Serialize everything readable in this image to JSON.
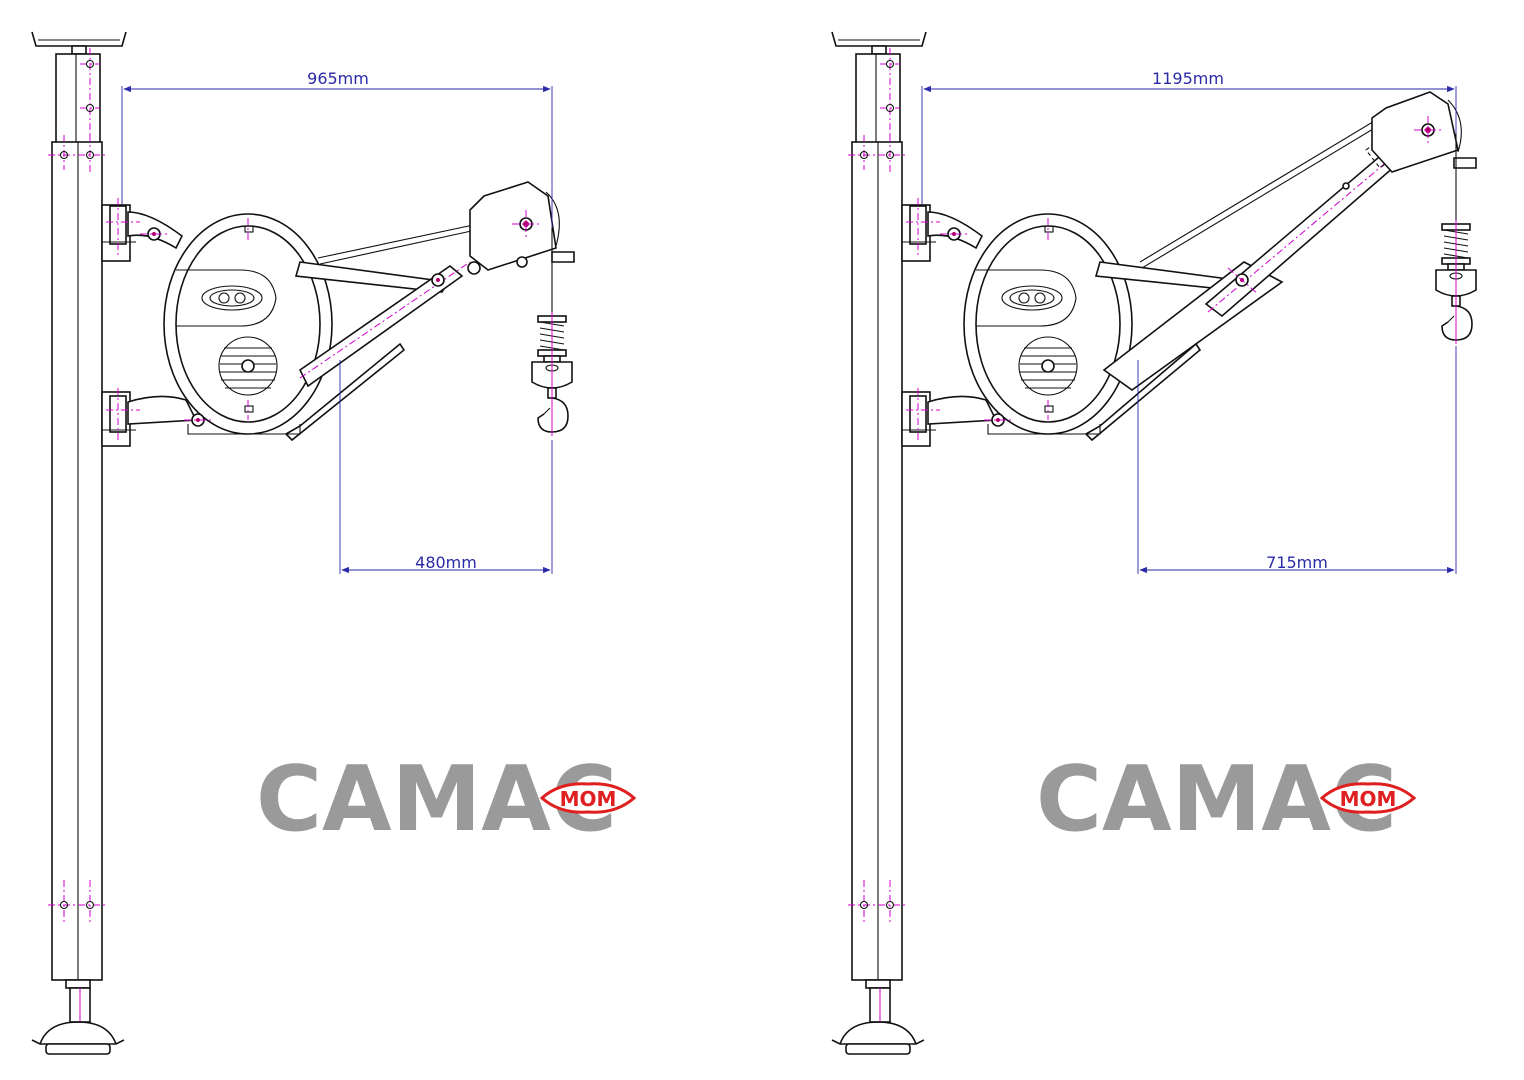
{
  "colors": {
    "line": "#111111",
    "dimension": "#2a2aa8",
    "centerline": "#d000d0",
    "logo_gray": "#9a9a9a",
    "badge_red": "#e02020"
  },
  "figures": [
    {
      "id": "left",
      "top_dimension": "965mm",
      "bottom_dimension": "480mm",
      "logo_text": "CAMAC",
      "badge_text": "MOM"
    },
    {
      "id": "right",
      "top_dimension": "1195mm",
      "bottom_dimension": "715mm",
      "logo_text": "CAMAC",
      "badge_text": "MOM"
    }
  ]
}
